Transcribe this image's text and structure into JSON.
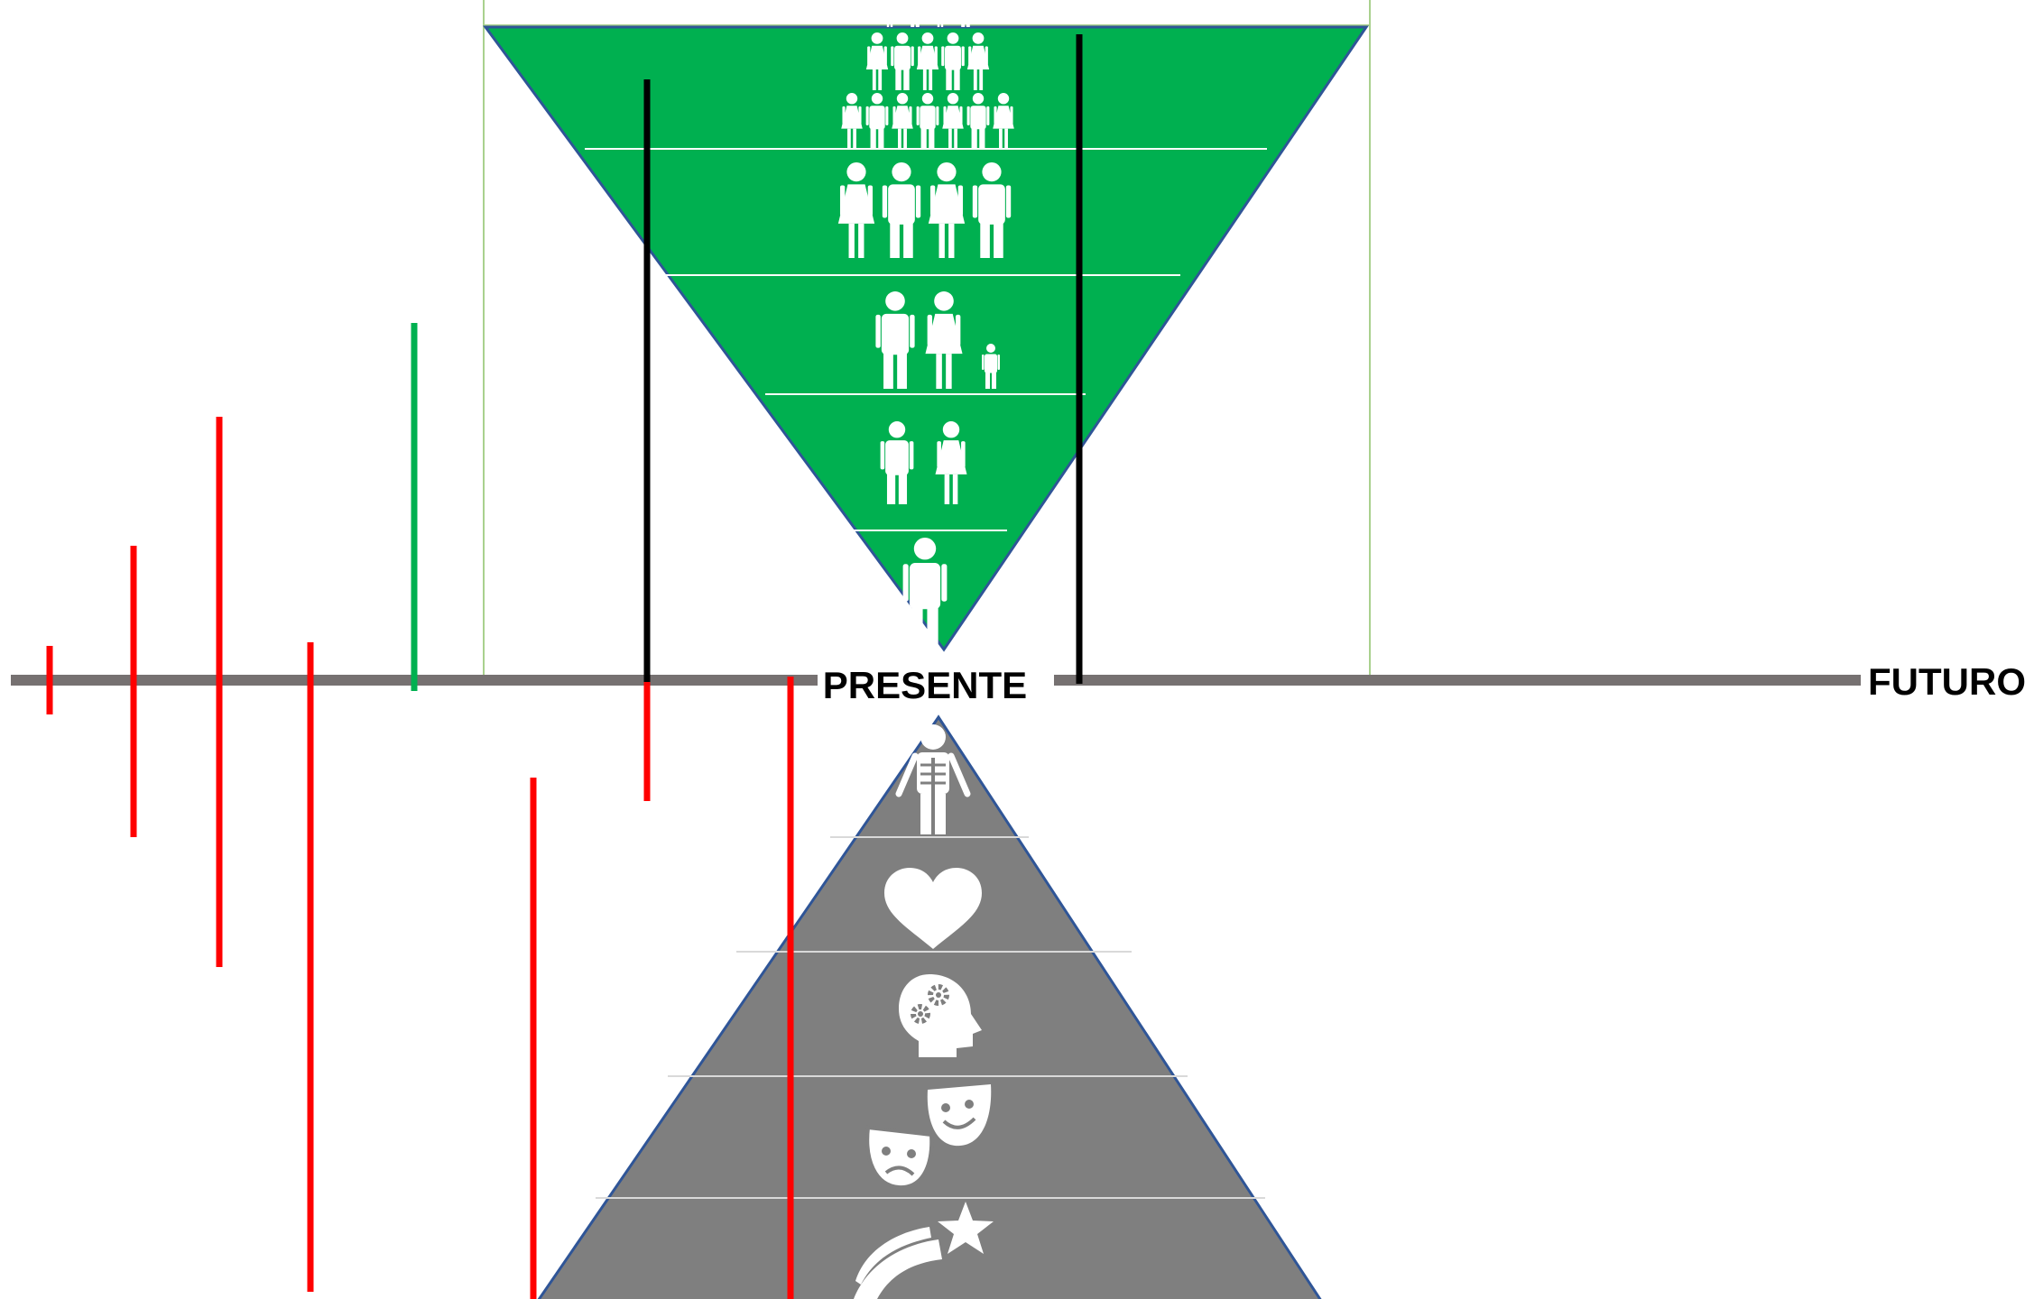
{
  "labels": {
    "present": "PRESENTE",
    "future": "FUTURO"
  },
  "colors": {
    "axis": "#767171",
    "top_triangle": "#00b050",
    "bottom_triangle": "#7f7f7f",
    "triangle_border": "#2f5597",
    "red_lines": "#ff0000",
    "green_line": "#00b050",
    "black_lines": "#000000",
    "icons": "#ffffff",
    "frame_lines": "#a9d18e"
  },
  "top_triangle_levels": [
    {
      "icon": "crowd-icon",
      "people_rows": [
        4,
        5,
        7
      ]
    },
    {
      "icon": "four-people-icon"
    },
    {
      "icon": "family-with-child-icon"
    },
    {
      "icon": "couple-icon"
    },
    {
      "icon": "single-person-icon"
    }
  ],
  "bottom_triangle_levels": [
    {
      "icon": "skeleton-icon"
    },
    {
      "icon": "heart-icon"
    },
    {
      "icon": "head-gears-icon"
    },
    {
      "icon": "theater-masks-icon"
    },
    {
      "icon": "shooting-star-icon"
    }
  ]
}
